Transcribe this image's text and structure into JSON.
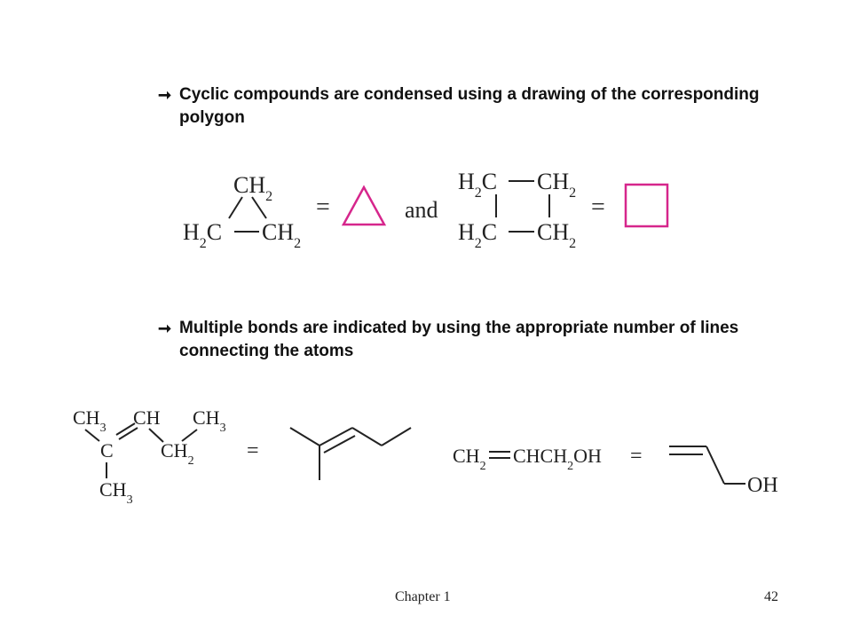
{
  "bullets": [
    {
      "arrow": "➞",
      "text": "Cyclic compounds are condensed using a drawing of the corresponding polygon"
    },
    {
      "arrow": "➞",
      "text": "Multiple bonds are indicated by using the appropriate number of lines connecting the atoms"
    }
  ],
  "formulas": {
    "cyclopropane": {
      "top": "CH",
      "left": "H",
      "mid": "C",
      "right": "CH",
      "sub": "2"
    },
    "cyclobutane": {
      "tl_h": "H",
      "tl_c": "C",
      "tr": "CH",
      "bl_h": "H",
      "bl_c": "C",
      "br": "CH",
      "sub": "2"
    },
    "and": "and",
    "equals": "=",
    "pentene": {
      "ch3a": "CH",
      "ch": "CH",
      "ch3b": "CH",
      "c": "C",
      "ch2": "CH",
      "ch3c": "CH",
      "sub3": "3",
      "sub2": "2"
    },
    "allyl": {
      "ch2": "CH",
      "rest": "CHCH",
      "oh": "OH",
      "sub2": "2"
    },
    "oh_label": "OH"
  },
  "colors": {
    "polygon": "#d6268c"
  },
  "footer": {
    "chapter": "Chapter 1",
    "page": "42"
  }
}
